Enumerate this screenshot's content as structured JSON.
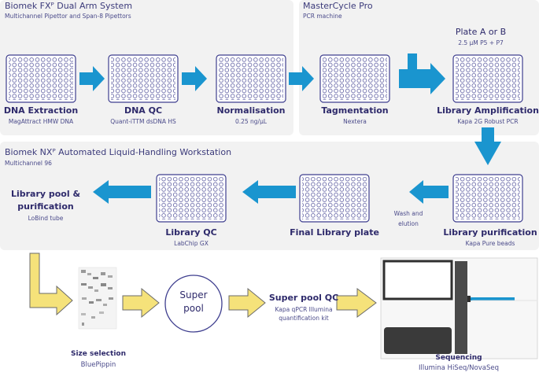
{
  "top_left": {
    "title": "Biomek FXᴾ Dual Arm System",
    "subtitle": "Multichannel Pipettor and Span-8 Pipettors"
  },
  "top_right": {
    "title": "MasterCycle Pro",
    "subtitle": "PCR machine",
    "plate_title": "Plate A or B",
    "plate_sub": "2.5 μM P5 + P7"
  },
  "middle": {
    "title": "Biomek NXᴾ Automated Liquid-Handling Workstation",
    "subtitle": "Multichannel 96",
    "wash_line1": "Wash and",
    "wash_line2": "elution"
  },
  "steps": {
    "dna_extraction": {
      "label": "DNA Extraction",
      "sub": "MagAttract HMW DNA"
    },
    "dna_qc": {
      "label": "DNA QC",
      "sub": "Quant-iTTM dsDNA HS"
    },
    "normalisation": {
      "label": "Normalisation",
      "sub": "0.25 ng/μL"
    },
    "tagmentation": {
      "label": "Tagmentation",
      "sub": "Nextera"
    },
    "library_amplification": {
      "label": "Library Amplification",
      "sub": "Kapa 2G Robust PCR"
    },
    "library_purification": {
      "label": "Library purification",
      "sub": "Kapa Pure beads"
    },
    "final_library_plate": {
      "label": "Final Library plate"
    },
    "library_qc": {
      "label": "Library QC",
      "sub": "LabChip GX"
    },
    "library_pool": {
      "label_line1": "Library pool &",
      "label_line2": "purification",
      "sub": "LoBind tube"
    },
    "size_selection": {
      "label": "Size selection",
      "sub": "BluePippin"
    },
    "super_pool": {
      "label_line1": "Super",
      "label_line2": "pool"
    },
    "super_pool_qc": {
      "label": "Super pool QC",
      "sub_line1": "Kapa qPCR Illumina",
      "sub_line2": "quantification kit"
    },
    "sequencing": {
      "label": "Sequencing",
      "sub": "Illumina HiSeq/NovaSeq"
    }
  },
  "colors": {
    "arrow_blue": "#1a95cf",
    "arrow_yellow": "#f5e27a",
    "arrow_yellow_stroke": "#6b6b6b",
    "plate_border": "#3f3f8f",
    "panel_bg": "#f2f2f2",
    "text": "#2e2a6b"
  }
}
